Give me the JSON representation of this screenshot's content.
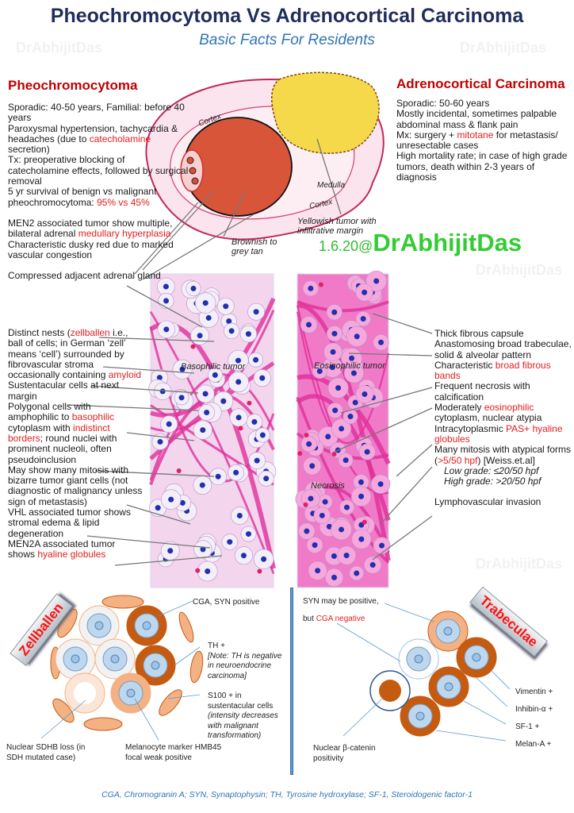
{
  "header": {
    "title": "Pheochromocytoma Vs Adrenocortical Carcinoma",
    "subtitle": "Basic Facts For Residents"
  },
  "watermark": "DrAbhijitDas",
  "signature": {
    "date": "1.6.20@",
    "name": "DrAbhijitDas"
  },
  "colors": {
    "accent_red": "#c00000",
    "title_navy": "#1f2d5c",
    "subtitle_blue": "#2e75b6",
    "signature_green": "#33cc33",
    "stain_dark": "#c55a11",
    "stain_light": "#f4b183"
  },
  "pheo": {
    "heading": "Pheochromocytoma",
    "clinical": [
      [
        {
          "t": "Sporadic: 40-50 years, Familial: before 40 years"
        }
      ],
      [
        {
          "t": "Paroxysmal hypertension, tachycardia & headaches (due to "
        },
        {
          "t": "catecholamine",
          "r": 1
        },
        {
          "t": " secretion)"
        }
      ],
      [
        {
          "t": "Tx: preoperative blocking of catecholamine effects, followed by surgical removal"
        }
      ],
      [
        {
          "t": "5 yr survival of benign vs malignant pheochromocytoma: "
        },
        {
          "t": "95% vs 45%",
          "r": 1
        }
      ],
      [
        {
          "t": "MEN2 associated tumor show multiple, bilateral adrenal "
        },
        {
          "t": "medullary hyperplasia",
          "r": 1
        }
      ],
      [
        {
          "t": "Characteristic dusky red due to marked vascular congestion"
        }
      ],
      [
        {
          "t": "Compressed adjacent adrenal gland"
        }
      ]
    ],
    "histology": [
      [
        {
          "t": "Distinct nests ("
        },
        {
          "t": "zellballen",
          "r": 1
        },
        {
          "t": " i.e., ball of cells; in German ‘zell’ means ‘cell’) surrounded by fibrovascular stroma occasionally containing "
        },
        {
          "t": "amyloid",
          "r": 1
        }
      ],
      [
        {
          "t": "Sustentacular cells at next margin"
        }
      ],
      [
        {
          "t": "Polygonal cells with amphophilic to "
        },
        {
          "t": "basophilic",
          "r": 1
        },
        {
          "t": " cytoplasm with "
        },
        {
          "t": "indistinct borders",
          "r": 1
        },
        {
          "t": "; round nuclei with prominent nucleoli, often pseudoinclusion"
        }
      ],
      [
        {
          "t": "May show many mitosis with bizarre tumor giant cells (not diagnostic of malignancy unless sign of metastasis)"
        }
      ],
      [
        {
          "t": "VHL associated tumor shows stromal edema & lipid degeneration"
        }
      ],
      [
        {
          "t": "MEN2A associated tumor shows "
        },
        {
          "t": "hyaline globules",
          "r": 1
        }
      ]
    ]
  },
  "acc": {
    "heading": "Adrenocortical Carcinoma",
    "clinical": [
      [
        {
          "t": "Sporadic: 50-60 years"
        }
      ],
      [
        {
          "t": "Mostly incidental, sometimes palpable abdominal mass & flank pain"
        }
      ],
      [
        {
          "t": "Mx: surgery + "
        },
        {
          "t": "mitotane",
          "r": 1
        },
        {
          "t": " for metastasis/ unresectable cases"
        }
      ],
      [
        {
          "t": "High mortality rate; in case of high grade tumors, death within 2-3 years of diagnosis"
        }
      ]
    ],
    "histology": [
      [
        {
          "t": "Thick fibrous capsule"
        }
      ],
      [
        {
          "t": "Anastomosing broad trabeculae, solid & alveolar pattern"
        }
      ],
      [
        {
          "t": "Characteristic "
        },
        {
          "t": "broad fibrous bands",
          "r": 1
        }
      ],
      [
        {
          "t": "Frequent necrosis with calcification"
        }
      ],
      [
        {
          "t": "Moderately "
        },
        {
          "t": "eosinophilic",
          "r": 1
        },
        {
          "t": " cytoplasm, nuclear atypia"
        }
      ],
      [
        {
          "t": "Intracytoplasmic "
        },
        {
          "t": "PAS+ hyaline globules",
          "r": 1
        }
      ],
      [
        {
          "t": "Many mitosis with atypical forms ("
        },
        {
          "t": ">5/50 hpf",
          "r": 1
        },
        {
          "t": ") [Weiss.et.al]"
        }
      ]
    ],
    "grades": [
      "Low grade: ≤20/50 hpf",
      "High grade: >20/50 hpf"
    ],
    "invasion": "Lymphovascular invasion"
  },
  "gross_labels": {
    "cortex_top": "Cortex",
    "medulla": "Medulla",
    "cortex_bottom": "Cortex",
    "yellow": "Yellowish tumor with infiltrative margin",
    "brown": "Brownish to grey tan"
  },
  "histo_labels": {
    "basophilic": "Basophilic tumor",
    "eosinophilic": "Eosinophilic tumor",
    "necrosis": "Necrosis"
  },
  "ihc_pheo": {
    "badge": "Zellballen",
    "cga": "CGA, SYN  positive",
    "th": "TH +",
    "th_note": "[Note: TH is negative in neuroendocrine carcinoma]",
    "s100": "S100 + in sustentacular cells",
    "s100_note": "(intensity decreases with malignant transformation)",
    "sdhb": "Nuclear SDHB loss (in SDH mutated case)",
    "hmb45": "Melanocyte marker HMB45 focal weak positive"
  },
  "ihc_acc": {
    "badge": "Trabeculae",
    "syn": "SYN may be positive,",
    "but": "but ",
    "cga_neg": "CGA negative",
    "markers": [
      "Vimentin +",
      "Inhibin-α +",
      "SF-1 +",
      "Melan-A +"
    ],
    "catenin": "Nuclear β-catenin positivity"
  },
  "footer": "CGA, Chromogranin A; SYN, Synaptophysin; TH, Tyrosine hydroxylase; SF-1, Steroidogenic factor-1"
}
